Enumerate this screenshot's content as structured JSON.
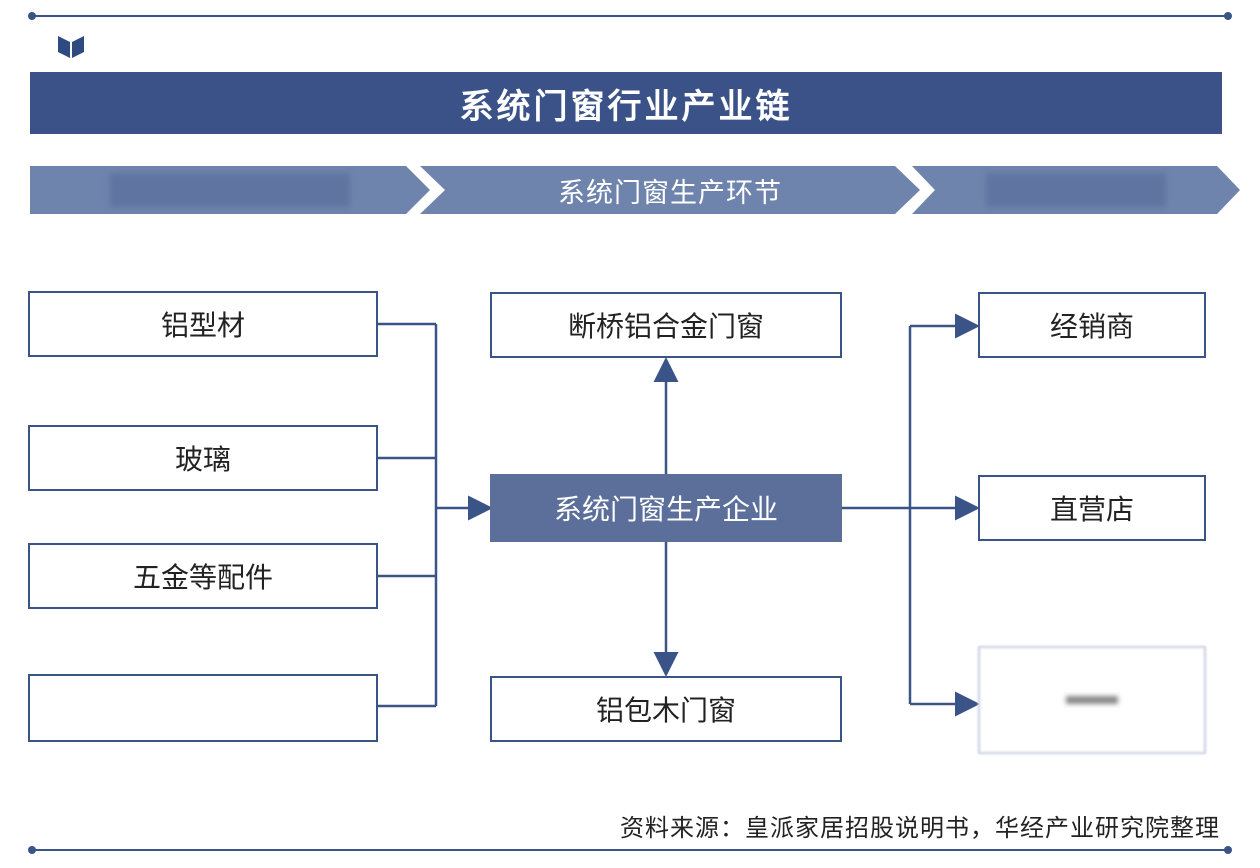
{
  "title": "系统门窗行业产业链",
  "stages": {
    "left": "",
    "middle": "系统门窗生产环节",
    "right": ""
  },
  "upstream": [
    "铝型材",
    "玻璃",
    "五金等配件",
    ""
  ],
  "center": "系统门窗生产企业",
  "products": [
    "断桥铝合金门窗",
    "铝包木门窗"
  ],
  "downstream": [
    "经销商",
    "直营店",
    ""
  ],
  "source": "资料来源：皇派家居招股说明书，华经产业研究院整理",
  "colors": {
    "title_bg": "#3a5288",
    "stage_bg": "#6f84ad",
    "center_bg": "#5b6f9a",
    "line": "#3b5487"
  }
}
